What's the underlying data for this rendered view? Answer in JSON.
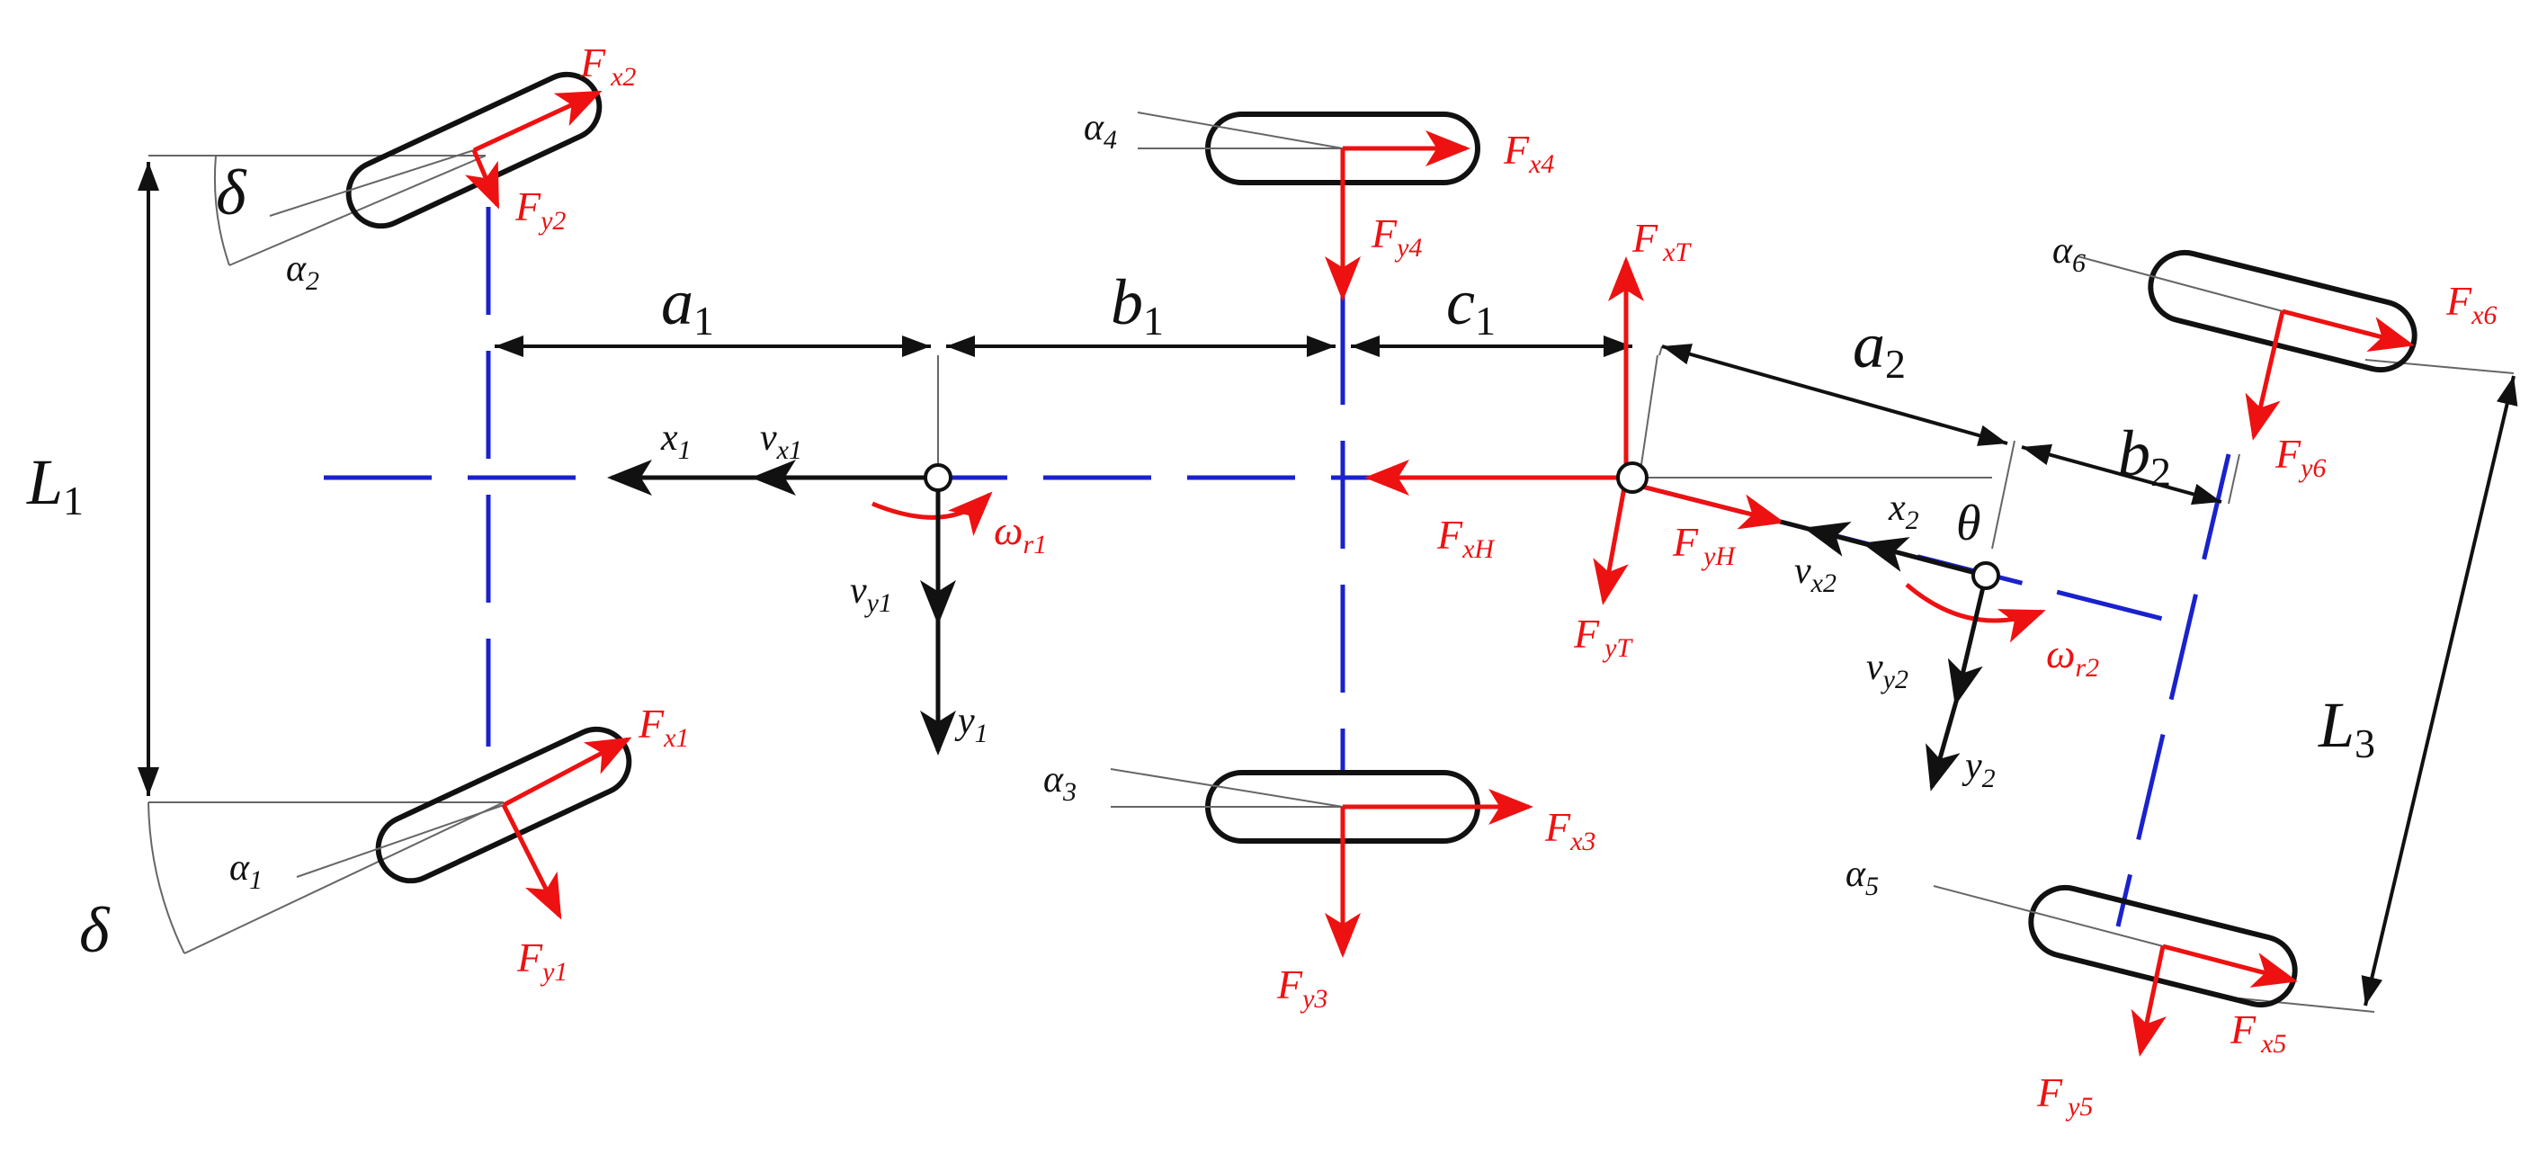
{
  "colors": {
    "force": "#ee1111",
    "axle": "#1a22cc",
    "ink": "#111111",
    "guide": "#666666"
  },
  "tractor": {
    "dims": {
      "a1": {
        "base": "a",
        "sub": "1"
      },
      "b1": {
        "base": "b",
        "sub": "1"
      },
      "c1": {
        "base": "c",
        "sub": "1"
      },
      "L1": {
        "base": "L",
        "sub": "1"
      }
    },
    "axes": {
      "x1": {
        "base": "x",
        "sub": "1"
      },
      "y1": {
        "base": "y",
        "sub": "1"
      },
      "vx1": {
        "base": "v",
        "sub": "x1"
      },
      "vy1": {
        "base": "v",
        "sub": "y1"
      },
      "wr1": {
        "base": "ω",
        "sub": "r1"
      }
    }
  },
  "trailer": {
    "dims": {
      "a2": {
        "base": "a",
        "sub": "2"
      },
      "b2": {
        "base": "b",
        "sub": "2"
      },
      "L3": {
        "base": "L",
        "sub": "3"
      }
    },
    "axes": {
      "x2": {
        "base": "x",
        "sub": "2"
      },
      "y2": {
        "base": "y",
        "sub": "2"
      },
      "vx2": {
        "base": "v",
        "sub": "x2"
      },
      "vy2": {
        "base": "v",
        "sub": "y2"
      },
      "wr2": {
        "base": "ω",
        "sub": "r2"
      },
      "theta": "θ"
    }
  },
  "steer_angle": "δ",
  "slip_angles": {
    "a1": {
      "base": "α",
      "sub": "1"
    },
    "a2": {
      "base": "α",
      "sub": "2"
    },
    "a3": {
      "base": "α",
      "sub": "3"
    },
    "a4": {
      "base": "α",
      "sub": "4"
    },
    "a5": {
      "base": "α",
      "sub": "5"
    },
    "a6": {
      "base": "α",
      "sub": "6"
    }
  },
  "forces": {
    "Fx1": {
      "base": "F",
      "sub": "x1"
    },
    "Fy1": {
      "base": "F",
      "sub": "y1"
    },
    "Fx2": {
      "base": "F",
      "sub": "x2"
    },
    "Fy2": {
      "base": "F",
      "sub": "y2"
    },
    "Fx3": {
      "base": "F",
      "sub": "x3"
    },
    "Fy3": {
      "base": "F",
      "sub": "y3"
    },
    "Fx4": {
      "base": "F",
      "sub": "x4"
    },
    "Fy4": {
      "base": "F",
      "sub": "y4"
    },
    "Fx5": {
      "base": "F",
      "sub": "x5"
    },
    "Fy5": {
      "base": "F",
      "sub": "y5"
    },
    "Fx6": {
      "base": "F",
      "sub": "x6"
    },
    "Fy6": {
      "base": "F",
      "sub": "y6"
    },
    "FxT": {
      "base": "F",
      "sub": "xT"
    },
    "FyT": {
      "base": "F",
      "sub": "yT"
    },
    "FxH": {
      "base": "F",
      "sub": "xH"
    },
    "FyH": {
      "base": "F",
      "sub": "yH"
    }
  }
}
